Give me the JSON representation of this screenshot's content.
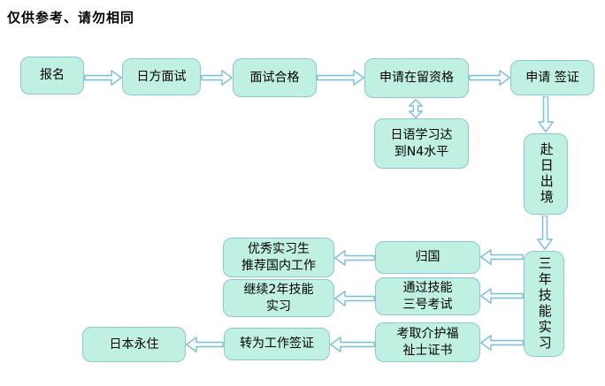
{
  "title": "仅供参考、请勿相同",
  "colors": {
    "background": "#ffffff",
    "title_color": "#000000",
    "box_fill": "#bff0e2",
    "box_border": "#8fc4d6",
    "arrow_stroke": "#7fbdd2",
    "arrow_fill": "#f7fdfb",
    "text_color": "#000000"
  },
  "flowchart": {
    "nodes": {
      "signup": {
        "label": "报名"
      },
      "japan-interview": {
        "label": "日方面试"
      },
      "interview-passed": {
        "label": "面试合格"
      },
      "apply-residence-status": {
        "label": "申请在留资格"
      },
      "apply-visa": {
        "label": "申请 签证"
      },
      "japanese-n4": {
        "label": "日语学习达\n到N4水平"
      },
      "depart-to-japan": {
        "label": "赴日出境"
      },
      "three-year-internship": {
        "label": "三年技能实习"
      },
      "return-home": {
        "label": "归国"
      },
      "pass-skill-exam-3": {
        "label": "通过技能\n三号考试"
      },
      "caregiver-certificate": {
        "label": "考取介护福\n祉士证书"
      },
      "outstanding-intern": {
        "label": "优秀实习生\n推荐国内工作"
      },
      "continue-2year-internship": {
        "label": "继续2年技能\n实习"
      },
      "work-visa": {
        "label": "转为工作签证"
      },
      "japan-permanent-residence": {
        "label": "日本永住"
      }
    },
    "edges": [
      {
        "from": "报名",
        "to": "日方面试",
        "type": "arrow"
      },
      {
        "from": "日方面试",
        "to": "面试合格",
        "type": "arrow"
      },
      {
        "from": "面试合格",
        "to": "申请在留资格",
        "type": "arrow"
      },
      {
        "from": "申请在留资格",
        "to": "申请 签证",
        "type": "arrow"
      },
      {
        "from": "申请在留资格",
        "to": "日语学习达到N4水平",
        "type": "double-arrow"
      },
      {
        "from": "申请 签证",
        "to": "赴日出境",
        "type": "arrow"
      },
      {
        "from": "赴日出境",
        "to": "三年技能实习",
        "type": "arrow"
      },
      {
        "from": "三年技能实习",
        "to": "归国",
        "type": "arrow"
      },
      {
        "from": "三年技能实习",
        "to": "通过技能三号考试",
        "type": "arrow"
      },
      {
        "from": "三年技能实习",
        "to": "考取介护福祉士证书",
        "type": "arrow"
      },
      {
        "from": "归国",
        "to": "优秀实习生推荐国内工作",
        "type": "arrow"
      },
      {
        "from": "通过技能三号考试",
        "to": "继续2年技能实习",
        "type": "arrow"
      },
      {
        "from": "考取介护福祉士证书",
        "to": "转为工作签证",
        "type": "arrow"
      },
      {
        "from": "转为工作签证",
        "to": "日本永住",
        "type": "arrow"
      }
    ]
  }
}
